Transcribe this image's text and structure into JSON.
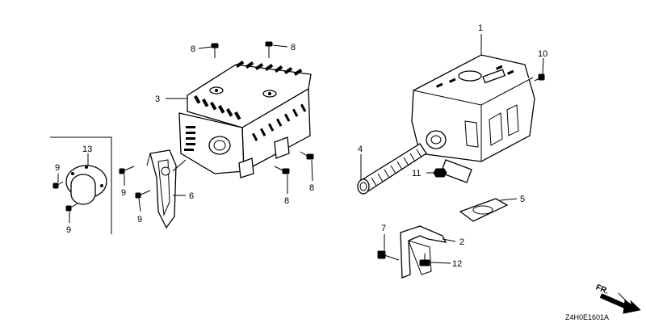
{
  "diagram": {
    "callouts": [
      "1",
      "2",
      "3",
      "4",
      "5",
      "6",
      "7",
      "8",
      "8",
      "8",
      "8",
      "9",
      "9",
      "9",
      "10",
      "11",
      "12",
      "13"
    ],
    "drawing_code": "Z4H0E1601A",
    "direction_label": "FR."
  }
}
